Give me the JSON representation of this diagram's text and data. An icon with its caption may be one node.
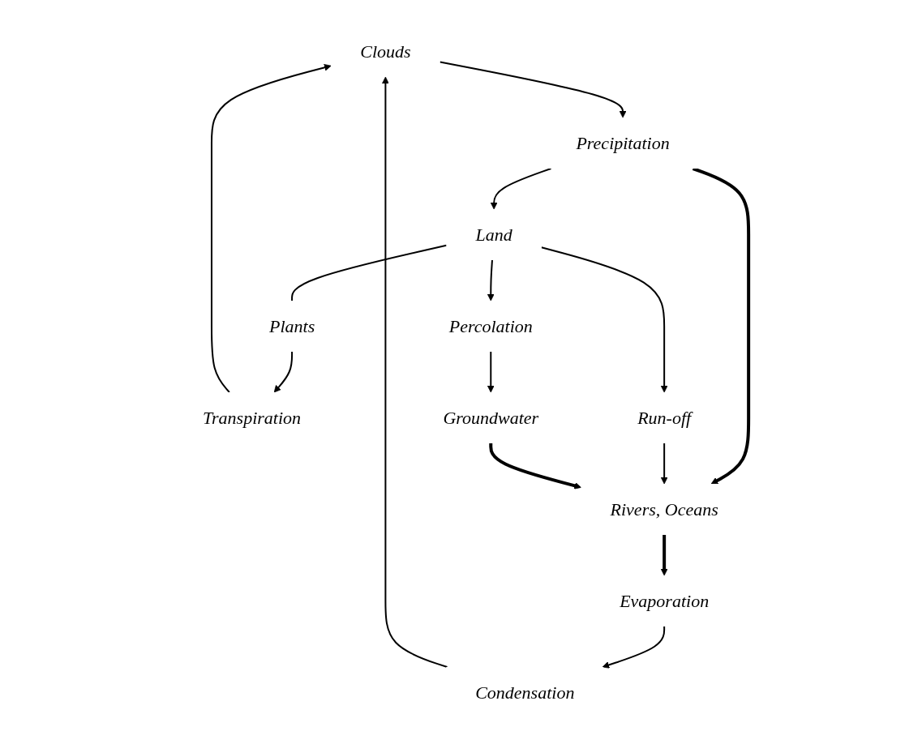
{
  "diagram": {
    "nodes": [
      {
        "text": [
          "Clouds"
        ]
      },
      {
        "text": [
          "Condensation"
        ]
      },
      {
        "text": [
          "Precipitation"
        ]
      },
      {
        "text": [
          "Transpiration"
        ]
      },
      {
        "text": [
          "Evaporation"
        ]
      },
      {
        "text": [
          "Plants"
        ]
      },
      {
        "text": [
          "Rivers, Oceans"
        ]
      },
      {
        "text": [
          "Land"
        ]
      },
      {
        "text": [
          "Run-off"
        ]
      },
      {
        "text": [
          "Percolation"
        ]
      },
      {
        "text": [
          "Groundwater"
        ]
      }
    ],
    "edges": [
      {
        "from": 1,
        "to": 0,
        "arrow": "to"
      },
      {
        "from": 3,
        "to": 0,
        "arrow": "to"
      },
      {
        "from": 0,
        "to": 2,
        "arrow": "to"
      },
      {
        "from": 4,
        "to": 1,
        "arrow": "to"
      },
      {
        "from": 2,
        "to": 7,
        "arrow": "to"
      },
      {
        "from": 2,
        "to": 6,
        "arrow": "to",
        "style": "thick"
      },
      {
        "from": 5,
        "to": 3,
        "arrow": "to"
      },
      {
        "from": 6,
        "to": 4,
        "arrow": "to",
        "style": "thick"
      },
      {
        "from": 7,
        "to": 5,
        "arrow": "none"
      },
      {
        "from": 7,
        "to": 8,
        "arrow": "to"
      },
      {
        "from": 8,
        "to": 6,
        "arrow": "to"
      },
      {
        "from": 7,
        "to": 9,
        "arrow": "to"
      },
      {
        "from": 9,
        "to": 10,
        "arrow": "to"
      },
      {
        "from": 10,
        "to": 6,
        "arrow": "to",
        "style": "thick"
      }
    ]
  }
}
